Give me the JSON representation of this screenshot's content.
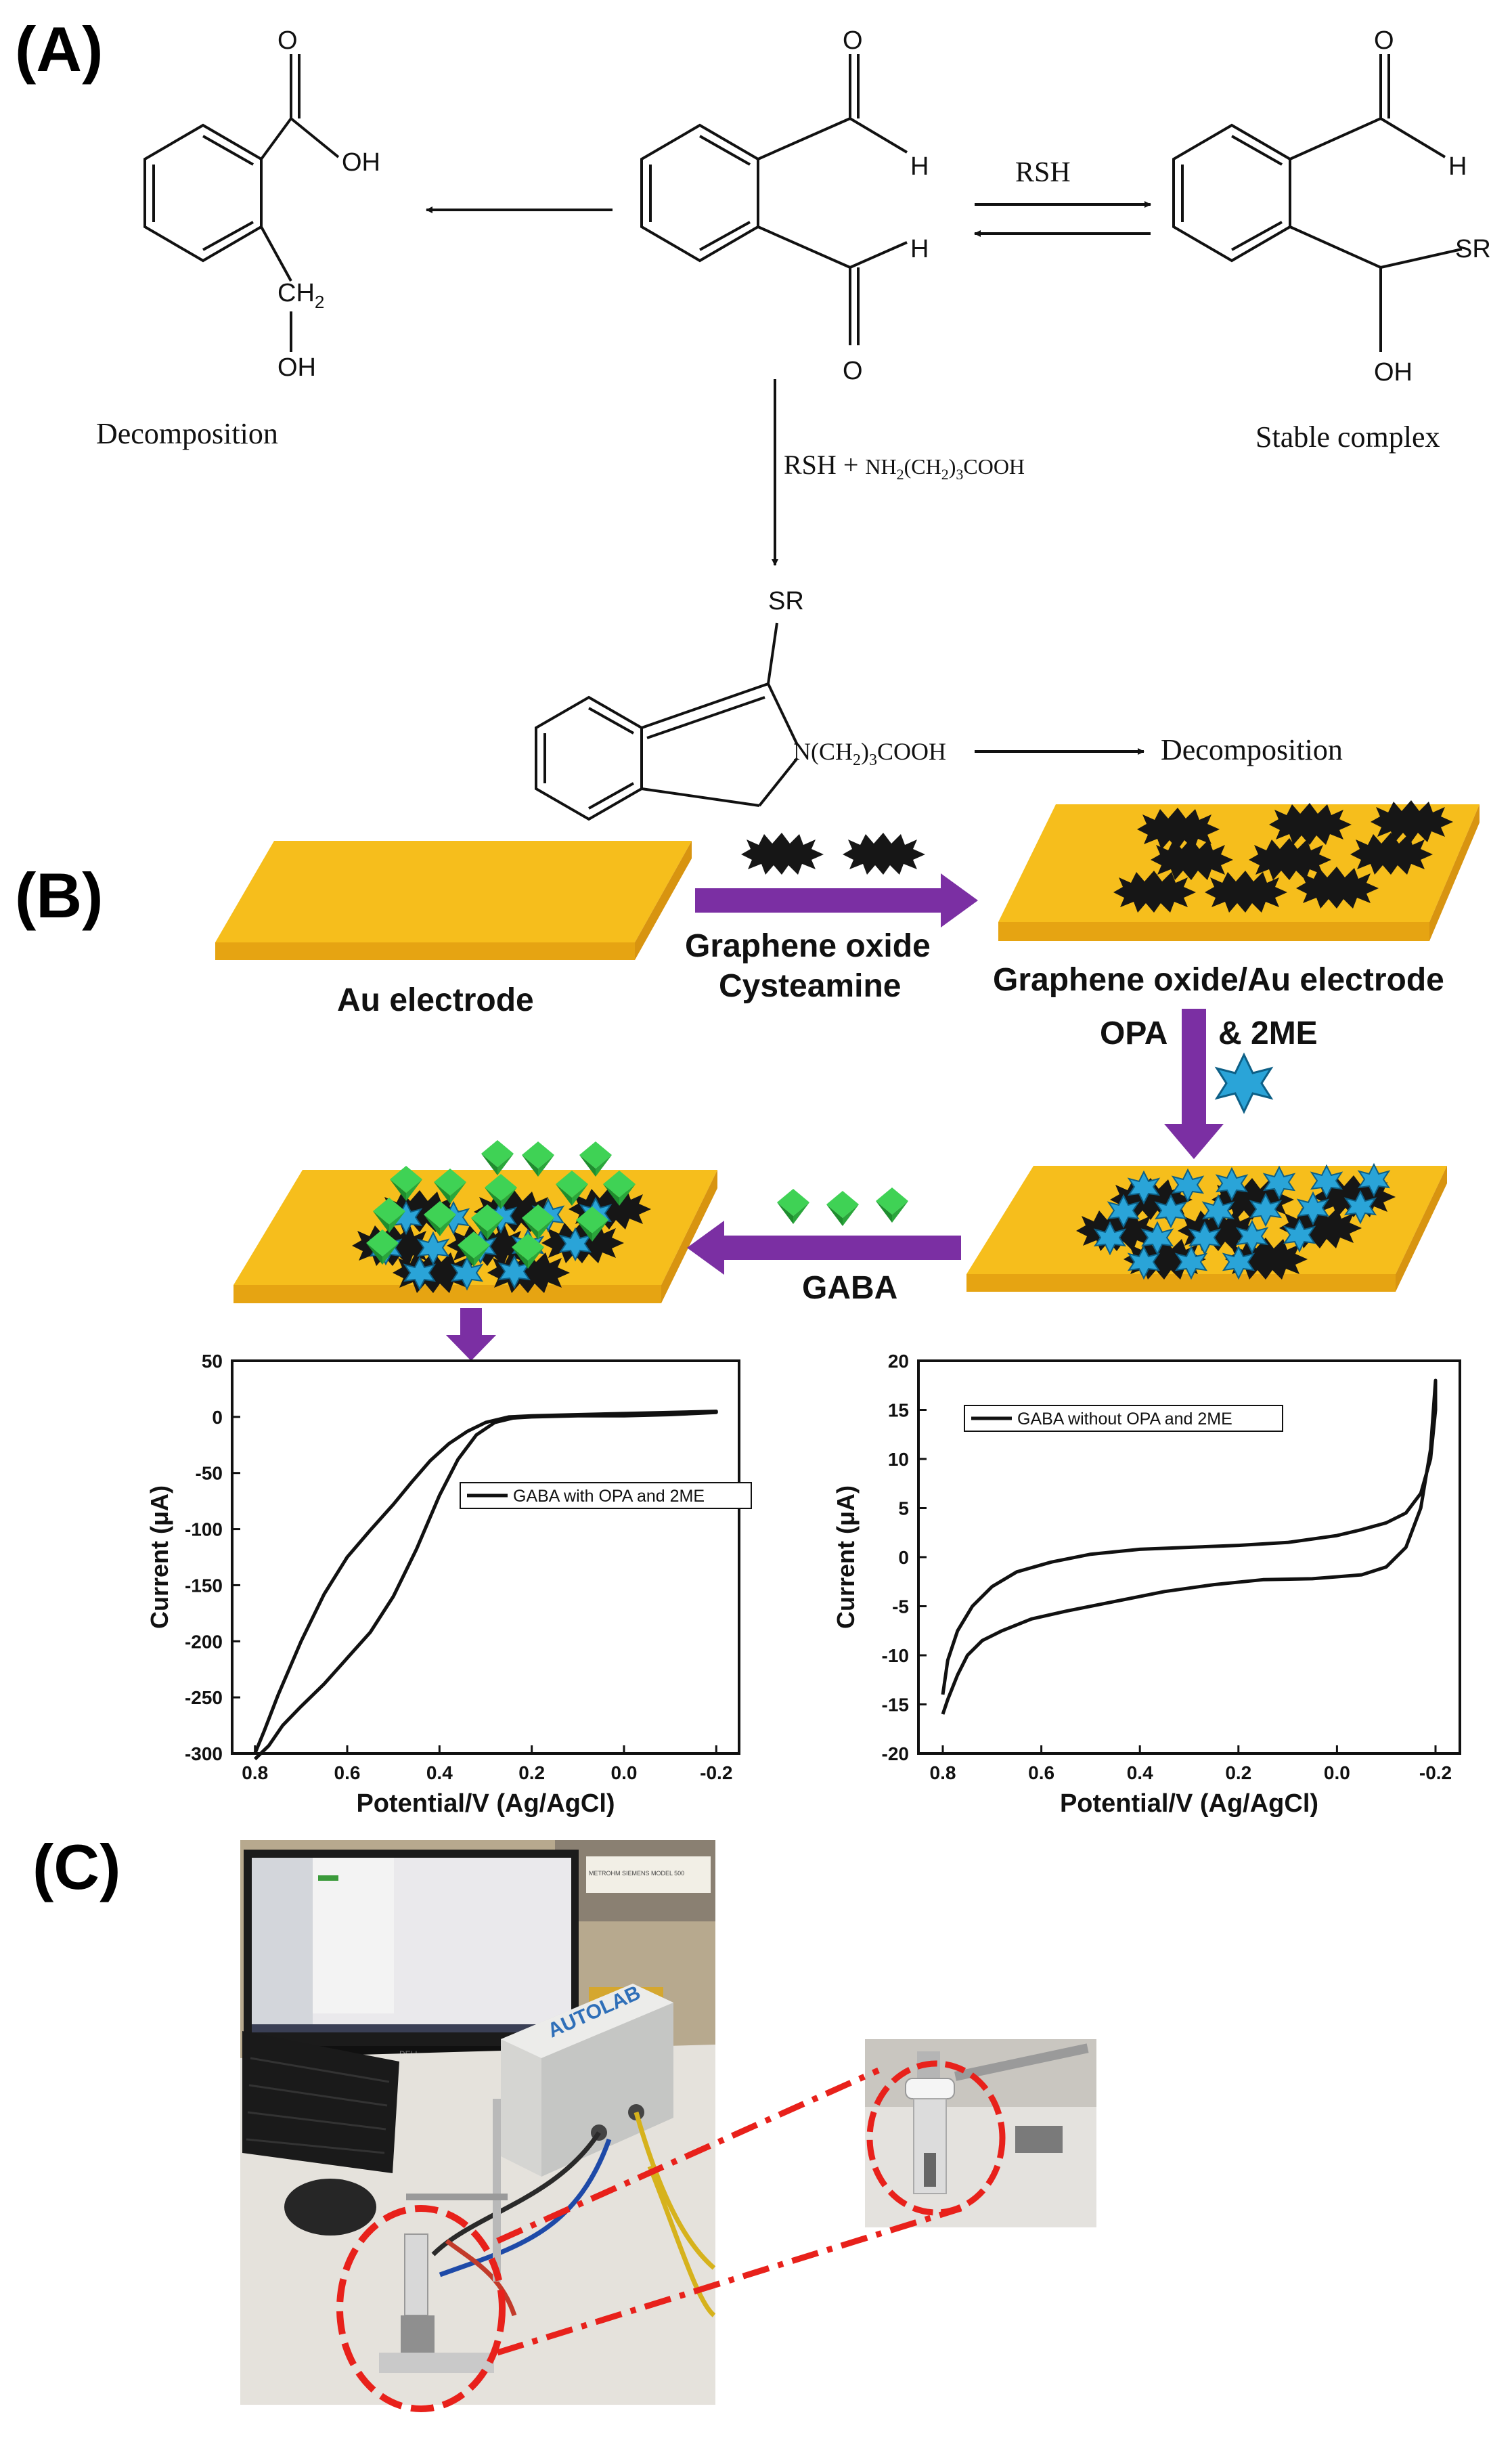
{
  "panels": {
    "a": "(A)",
    "b": "(B)",
    "c": "(C)"
  },
  "scheme_a": {
    "o": "O",
    "h": "H",
    "oh": "OH",
    "ch2": "CH",
    "ch2_sub": "2",
    "sr": "SR",
    "rsh": "RSH",
    "decomposition": "Decomposition",
    "stable_complex": "Stable complex",
    "reagent_rsh": "RSH + ",
    "reagent_amine_pre": "NH",
    "reagent_amine_mid": "(CH",
    "reagent_amine_post": "COOH",
    "n_group_pre": "N(CH",
    "n_group_post": "COOH",
    "sub2": "2",
    "sub3": "3",
    "close_paren": ")"
  },
  "scheme_b": {
    "au_electrode": "Au electrode",
    "graphene_oxide": "Graphene oxide",
    "cysteamine": "Cysteamine",
    "go_au_electrode": "Graphene oxide/Au electrode",
    "opa": "OPA",
    "and_2me": "& 2ME",
    "gaba": "GABA",
    "colors": {
      "gold": "#f6be1c",
      "gold_side": "#e6a412",
      "arrow": "#7b2fa3",
      "go_sheet": "#161616",
      "opa_star": "#2aa4d8",
      "gaba_gem": "#2fb844"
    }
  },
  "chart_data": [
    {
      "type": "line",
      "xlabel": "Potential/V (Ag/AgCl)",
      "ylabel": "Current (μA)",
      "xlim": [
        0.8,
        -0.2
      ],
      "ylim": [
        -300,
        50
      ],
      "xticks": [
        "0.8",
        "0.6",
        "0.4",
        "0.2",
        "0.0",
        "-0.2"
      ],
      "yticks": [
        "50",
        "0",
        "-50",
        "-100",
        "-150",
        "-200",
        "-250",
        "-300"
      ],
      "legend": "GABA with OPA and 2ME",
      "legend_position": "right-middle",
      "series": [
        {
          "name": "GABA with OPA and 2ME",
          "x": [
            0.8,
            0.77,
            0.74,
            0.7,
            0.65,
            0.6,
            0.55,
            0.5,
            0.45,
            0.4,
            0.36,
            0.32,
            0.28,
            0.24,
            0.2,
            0.1,
            0.0,
            -0.1,
            -0.2,
            -0.2,
            -0.1,
            0.0,
            0.1,
            0.2,
            0.25,
            0.3,
            0.34,
            0.38,
            0.42,
            0.46,
            0.5,
            0.55,
            0.6,
            0.65,
            0.7,
            0.75,
            0.78,
            0.8
          ],
          "y": [
            -305,
            -293,
            -275,
            -258,
            -238,
            -215,
            -192,
            -160,
            -118,
            -70,
            -38,
            -16,
            -5,
            -1,
            0,
            1,
            1,
            2,
            4,
            5,
            4,
            3,
            2,
            1,
            0,
            -5,
            -13,
            -24,
            -39,
            -58,
            -78,
            -101,
            -125,
            -158,
            -200,
            -248,
            -280,
            -300
          ]
        }
      ]
    },
    {
      "type": "line",
      "xlabel": "Potential/V (Ag/AgCl)",
      "ylabel": "Current (μA)",
      "xlim": [
        0.8,
        -0.2
      ],
      "ylim": [
        -20,
        20
      ],
      "xticks": [
        "0.8",
        "0.6",
        "0.4",
        "0.2",
        "0.0",
        "-0.2"
      ],
      "yticks": [
        "20",
        "15",
        "10",
        "5",
        "0",
        "-5",
        "-10",
        "-15",
        "-20"
      ],
      "legend": "GABA without OPA and 2ME",
      "legend_position": "top-left",
      "series": [
        {
          "name": "GABA without OPA and 2ME",
          "x": [
            0.8,
            0.79,
            0.77,
            0.75,
            0.72,
            0.68,
            0.62,
            0.55,
            0.45,
            0.35,
            0.25,
            0.15,
            0.05,
            0.0,
            -0.05,
            -0.1,
            -0.14,
            -0.17,
            -0.19,
            -0.2,
            -0.2,
            -0.19,
            -0.17,
            -0.14,
            -0.1,
            -0.05,
            0.0,
            0.1,
            0.2,
            0.3,
            0.4,
            0.5,
            0.58,
            0.65,
            0.7,
            0.74,
            0.77,
            0.79,
            0.8
          ],
          "y": [
            -16,
            -14.5,
            -12,
            -10,
            -8.5,
            -7.5,
            -6.3,
            -5.5,
            -4.5,
            -3.5,
            -2.8,
            -2.3,
            -2.2,
            -2.0,
            -1.8,
            -1.0,
            1.0,
            5.0,
            11.0,
            18.0,
            15.0,
            10.0,
            6.5,
            4.5,
            3.5,
            2.8,
            2.2,
            1.5,
            1.2,
            1.0,
            0.8,
            0.3,
            -0.5,
            -1.5,
            -3.0,
            -5.0,
            -7.5,
            -10.5,
            -14.0
          ]
        }
      ]
    }
  ],
  "photo": {
    "monitor_brand": "DELL",
    "device_label": "AUTOLAB",
    "sticker_text": "METROHM SIEMENS MODEL 500",
    "colors": {
      "highlight": "#e8211b"
    }
  }
}
